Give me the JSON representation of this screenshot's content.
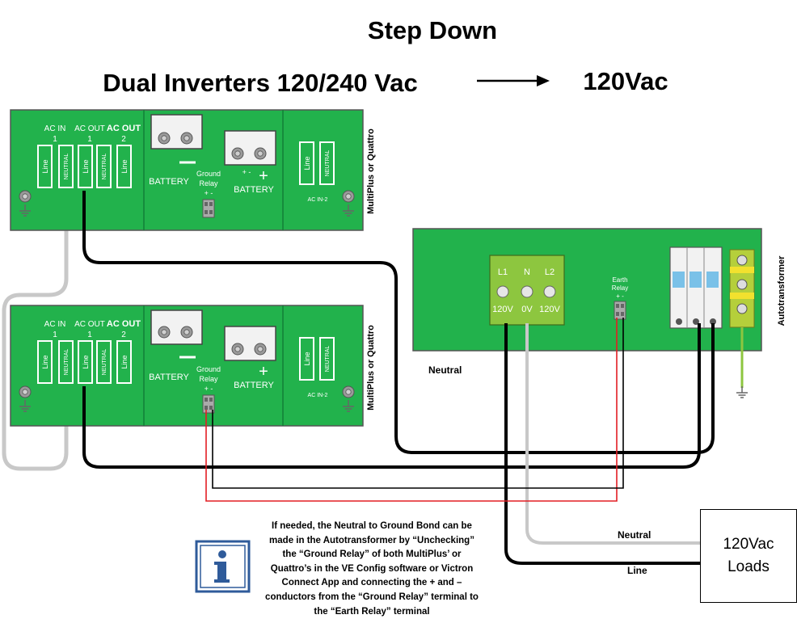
{
  "title": "Step Down",
  "subtitle_left": "Dual Inverters 120/240 Vac",
  "subtitle_right": "120Vac",
  "inverter": {
    "ac_in": "AC IN",
    "ac_in_num": "1",
    "ac_out1": "AC OUT",
    "ac_out1_num": "1",
    "ac_out2": "AC OUT",
    "ac_out2_num": "2",
    "term_line": "Line",
    "term_neutral": "NEUTRAL",
    "battery_neg": "BATTERY",
    "battery_pos": "BATTERY",
    "ground_relay": "Ground",
    "ground_relay2": "Relay",
    "plus_minus": "+ -",
    "minus_sign": "—",
    "plus_sign": "+",
    "ac_in2": "AC IN-2",
    "side_label": "MultiPlus or Quattro"
  },
  "autotransformer": {
    "side_label": "Autotransformer",
    "l1": "L1",
    "n": "N",
    "l2": "L2",
    "v1": "120V",
    "v2": "0V",
    "v3": "120V",
    "earth_relay": "Earth",
    "earth_relay2": "Relay",
    "plus_minus": "+ -"
  },
  "neutral_label": "Neutral",
  "wire_neutral": "Neutral",
  "wire_line": "Line",
  "loads": {
    "line1": "120Vac",
    "line2": "Loads"
  },
  "note": "If needed, the Neutral to Ground Bond can be made in the Autotransformer by “Unchecking” the “Ground Relay” of both MultiPlus’ or Quattro’s in the VE Config software or Victron Connect App and connecting the + and – conductors from the “Ground Relay” terminal to the “Earth Relay” terminal",
  "colors": {
    "green": "#22b24c",
    "terminal_green": "#8dc63f",
    "red": "#e31e24",
    "grey_wire": "#c8c8c8",
    "info_blue": "#2f5b9a"
  },
  "icons": [
    "info-icon",
    "ground-icon",
    "arrow-right-icon"
  ]
}
